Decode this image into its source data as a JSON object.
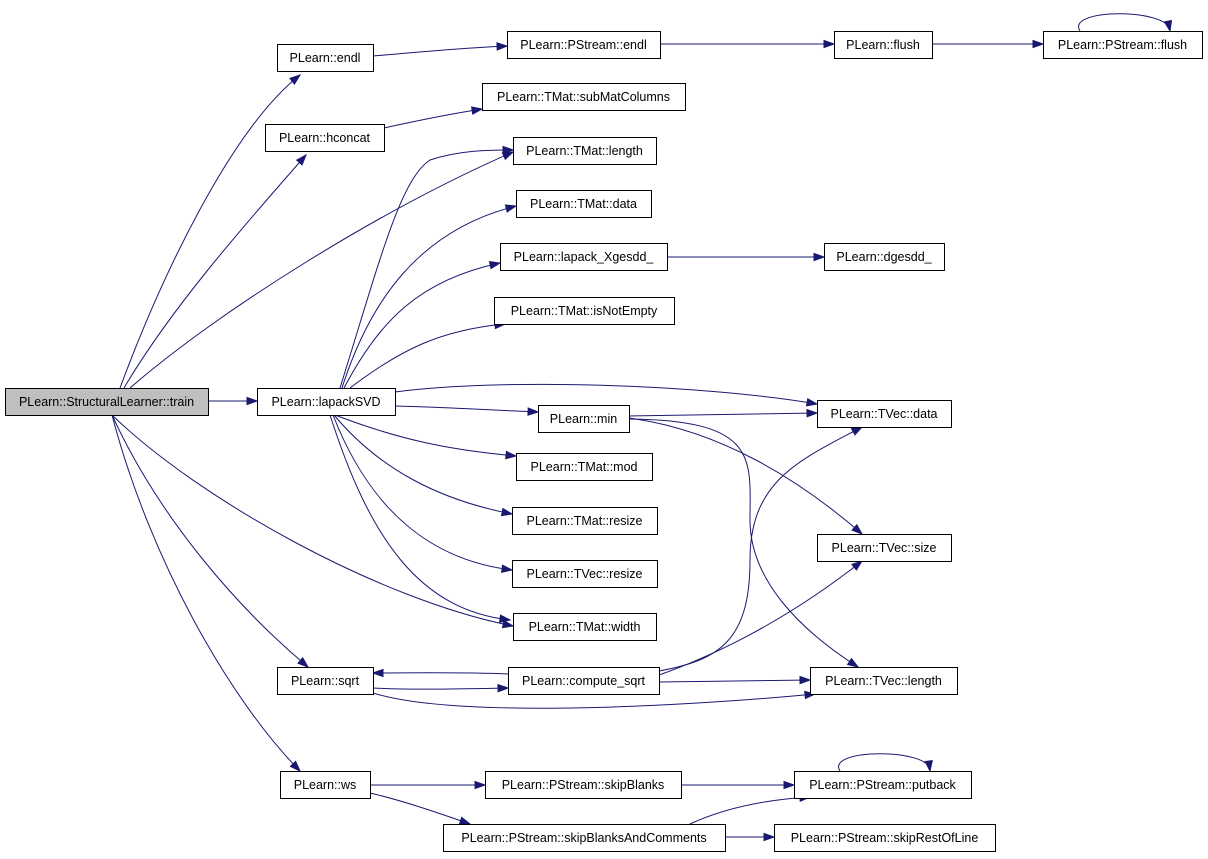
{
  "graph": {
    "nodes": {
      "train": "PLearn::StructuralLearner::train",
      "endl": "PLearn::endl",
      "pstream_endl": "PLearn::PStream::endl",
      "flush": "PLearn::flush",
      "pstream_flush": "PLearn::PStream::flush",
      "hconcat": "PLearn::hconcat",
      "subMatColumns": "PLearn::TMat::subMatColumns",
      "tmat_length": "PLearn::TMat::length",
      "tmat_data": "PLearn::TMat::data",
      "lapack_xgesdd": "PLearn::lapack_Xgesdd_",
      "dgesdd": "PLearn::dgesdd_",
      "isNotEmpty": "PLearn::TMat::isNotEmpty",
      "lapackSVD": "PLearn::lapackSVD",
      "min": "PLearn::min",
      "tvec_data": "PLearn::TVec::data",
      "tmat_mod": "PLearn::TMat::mod",
      "tmat_resize": "PLearn::TMat::resize",
      "tvec_size": "PLearn::TVec::size",
      "tvec_resize": "PLearn::TVec::resize",
      "tmat_width": "PLearn::TMat::width",
      "sqrt": "PLearn::sqrt",
      "compute_sqrt": "PLearn::compute_sqrt",
      "tvec_length": "PLearn::TVec::length",
      "ws": "PLearn::ws",
      "skipBlanks": "PLearn::PStream::skipBlanks",
      "putback": "PLearn::PStream::putback",
      "skipBlanksAndComments": "PLearn::PStream::skipBlanksAndComments",
      "skipRestOfLine": "PLearn::PStream::skipRestOfLine"
    },
    "edges": [
      [
        "train",
        "endl"
      ],
      [
        "train",
        "hconcat"
      ],
      [
        "train",
        "tmat_length"
      ],
      [
        "train",
        "lapackSVD"
      ],
      [
        "train",
        "tmat_width"
      ],
      [
        "train",
        "sqrt"
      ],
      [
        "train",
        "ws"
      ],
      [
        "endl",
        "pstream_endl"
      ],
      [
        "pstream_endl",
        "flush"
      ],
      [
        "flush",
        "pstream_flush"
      ],
      [
        "pstream_flush",
        "pstream_flush"
      ],
      [
        "hconcat",
        "subMatColumns"
      ],
      [
        "lapackSVD",
        "tmat_length"
      ],
      [
        "lapackSVD",
        "tmat_data"
      ],
      [
        "lapackSVD",
        "lapack_xgesdd"
      ],
      [
        "lapackSVD",
        "isNotEmpty"
      ],
      [
        "lapackSVD",
        "tvec_data"
      ],
      [
        "lapackSVD",
        "min"
      ],
      [
        "lapackSVD",
        "tmat_mod"
      ],
      [
        "lapackSVD",
        "tmat_resize"
      ],
      [
        "lapackSVD",
        "tvec_resize"
      ],
      [
        "lapackSVD",
        "tmat_width"
      ],
      [
        "lapack_xgesdd",
        "dgesdd"
      ],
      [
        "min",
        "tvec_data"
      ],
      [
        "min",
        "tvec_size"
      ],
      [
        "min",
        "tvec_length"
      ],
      [
        "sqrt",
        "compute_sqrt"
      ],
      [
        "sqrt",
        "tvec_length"
      ],
      [
        "compute_sqrt",
        "sqrt"
      ],
      [
        "compute_sqrt",
        "tvec_data"
      ],
      [
        "compute_sqrt",
        "tvec_size"
      ],
      [
        "compute_sqrt",
        "tvec_length"
      ],
      [
        "ws",
        "skipBlanks"
      ],
      [
        "ws",
        "skipBlanksAndComments"
      ],
      [
        "skipBlanks",
        "putback"
      ],
      [
        "skipBlanksAndComments",
        "putback"
      ],
      [
        "skipBlanksAndComments",
        "skipRestOfLine"
      ],
      [
        "putback",
        "putback"
      ]
    ],
    "colors": {
      "edge": "#191970",
      "root_fill": "#bfbfbf",
      "node_fill": "#ffffff",
      "node_border": "#000000"
    }
  }
}
